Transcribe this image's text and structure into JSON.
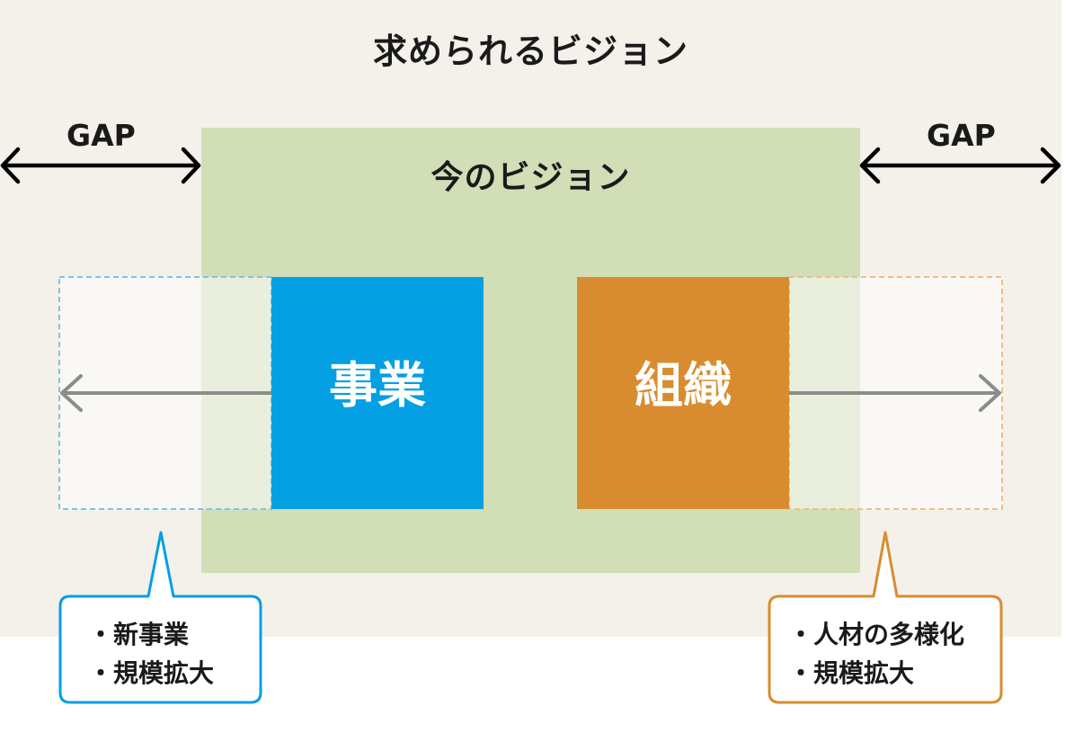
{
  "outer_vision": {
    "title": "求められるビジョン"
  },
  "current_vision": {
    "title": "今のビジョン"
  },
  "gap": {
    "left_label": "GAP",
    "right_label": "GAP"
  },
  "business": {
    "label": "事業"
  },
  "organization": {
    "label": "組織"
  },
  "callouts": {
    "left": {
      "items": [
        "・新事業",
        "・規模拡大"
      ]
    },
    "right": {
      "items": [
        "・人材の多様化",
        "・規模拡大"
      ]
    }
  },
  "colors": {
    "outer_background": "#f3f1ea",
    "current_vision_background": "#d1deb6",
    "business": "#059fe4",
    "organization": "#d98c2f",
    "business_dashed": "#7cc4ec",
    "organization_dashed": "#f0be86",
    "expansion_arrow": "#8c8c8c",
    "gap_arrow": "#000000"
  }
}
